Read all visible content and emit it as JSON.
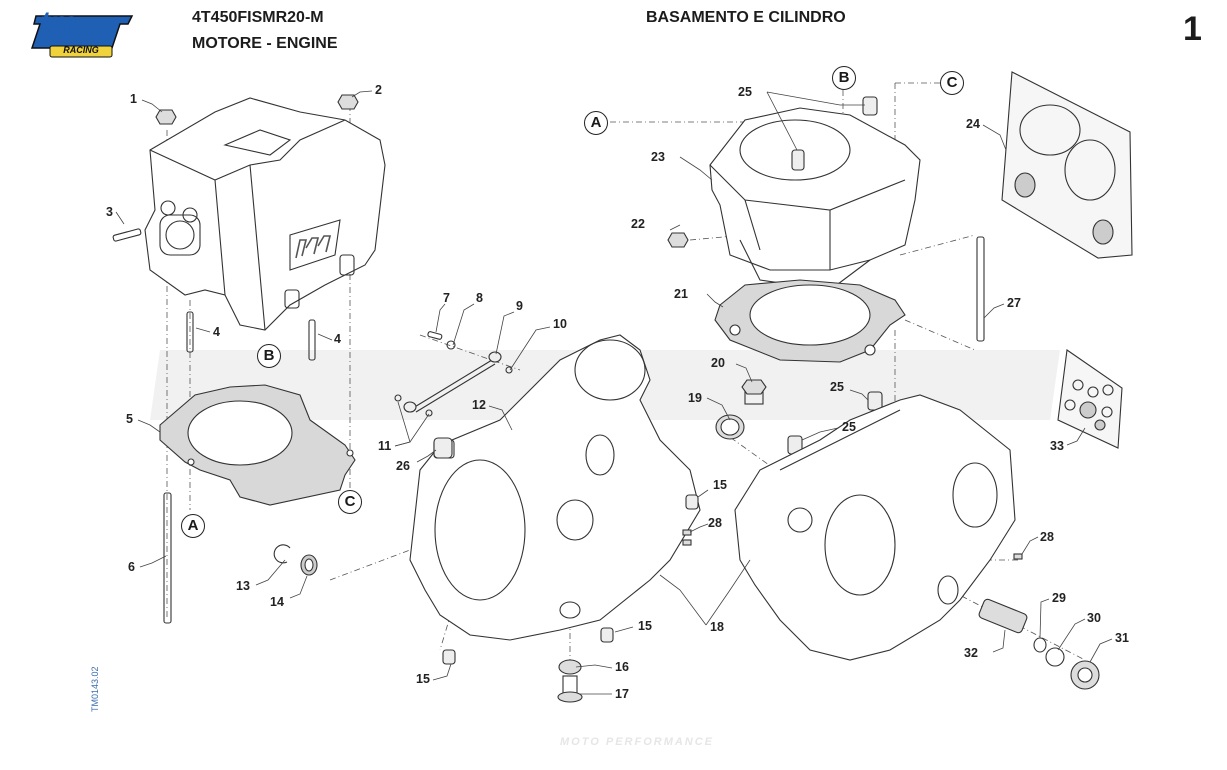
{
  "header": {
    "brand_logo": {
      "main": "tm",
      "sub": "RACING",
      "colors": {
        "main": "#1f5fb4",
        "sub": "#f0d23c",
        "outline": "#111111"
      }
    },
    "model_code": "4T450FISMR20-M",
    "section": "MOTORE - ENGINE",
    "title": "BASAMENTO E CILINDRO",
    "page_number": "1"
  },
  "drawing_code": "TM0143.02",
  "watermark": "MOTO PERFORMANCE",
  "reference_markers": [
    {
      "id": "ref-a-left",
      "label": "A"
    },
    {
      "id": "ref-b-left",
      "label": "B"
    },
    {
      "id": "ref-c-left",
      "label": "C"
    },
    {
      "id": "ref-a-right",
      "label": "A"
    },
    {
      "id": "ref-b-right",
      "label": "B"
    },
    {
      "id": "ref-c-right",
      "label": "C"
    }
  ],
  "callouts": [
    {
      "id": "c1",
      "label": "1",
      "part": "head-nut"
    },
    {
      "id": "c2",
      "label": "2",
      "part": "head-nut"
    },
    {
      "id": "c3",
      "label": "3",
      "part": "intake-stud"
    },
    {
      "id": "c4a",
      "label": "4",
      "part": "stud"
    },
    {
      "id": "c4b",
      "label": "4",
      "part": "stud"
    },
    {
      "id": "c5",
      "label": "5",
      "part": "head-gasket"
    },
    {
      "id": "c6",
      "label": "6",
      "part": "long-stud"
    },
    {
      "id": "c7",
      "label": "7",
      "part": "screw"
    },
    {
      "id": "c8",
      "label": "8",
      "part": "washer"
    },
    {
      "id": "c9",
      "label": "9",
      "part": "oil-pipe"
    },
    {
      "id": "c10",
      "label": "10",
      "part": "o-ring"
    },
    {
      "id": "c11",
      "label": "11",
      "part": "o-ring"
    },
    {
      "id": "c12",
      "label": "12",
      "part": "breather-fitting"
    },
    {
      "id": "c13",
      "label": "13",
      "part": "circlip"
    },
    {
      "id": "c14",
      "label": "14",
      "part": "oil-seal"
    },
    {
      "id": "c15a",
      "label": "15",
      "part": "dowel"
    },
    {
      "id": "c15b",
      "label": "15",
      "part": "dowel"
    },
    {
      "id": "c15c",
      "label": "15",
      "part": "dowel"
    },
    {
      "id": "c16",
      "label": "16",
      "part": "sealing-washer"
    },
    {
      "id": "c17",
      "label": "17",
      "part": "drain-plug"
    },
    {
      "id": "c18",
      "label": "18",
      "part": "crankcase"
    },
    {
      "id": "c19",
      "label": "19",
      "part": "sealing-washer"
    },
    {
      "id": "c20",
      "label": "20",
      "part": "plug"
    },
    {
      "id": "c21",
      "label": "21",
      "part": "base-gasket"
    },
    {
      "id": "c22",
      "label": "22",
      "part": "plug"
    },
    {
      "id": "c23",
      "label": "23",
      "part": "cylinder"
    },
    {
      "id": "c24",
      "label": "24",
      "part": "gasket-kit"
    },
    {
      "id": "c25a",
      "label": "25",
      "part": "dowel"
    },
    {
      "id": "c25b",
      "label": "25",
      "part": "dowel"
    },
    {
      "id": "c25c",
      "label": "25",
      "part": "dowel"
    },
    {
      "id": "c26",
      "label": "26",
      "part": "bushing"
    },
    {
      "id": "c27",
      "label": "27",
      "part": "stud"
    },
    {
      "id": "c28a",
      "label": "28",
      "part": "grub-screw"
    },
    {
      "id": "c28b",
      "label": "28",
      "part": "grub-screw"
    },
    {
      "id": "c29",
      "label": "29",
      "part": "o-ring"
    },
    {
      "id": "c30",
      "label": "30",
      "part": "o-ring"
    },
    {
      "id": "c31",
      "label": "31",
      "part": "filter-cap"
    },
    {
      "id": "c32",
      "label": "32",
      "part": "oil-filter"
    },
    {
      "id": "c33",
      "label": "33",
      "part": "seal-kit"
    }
  ]
}
